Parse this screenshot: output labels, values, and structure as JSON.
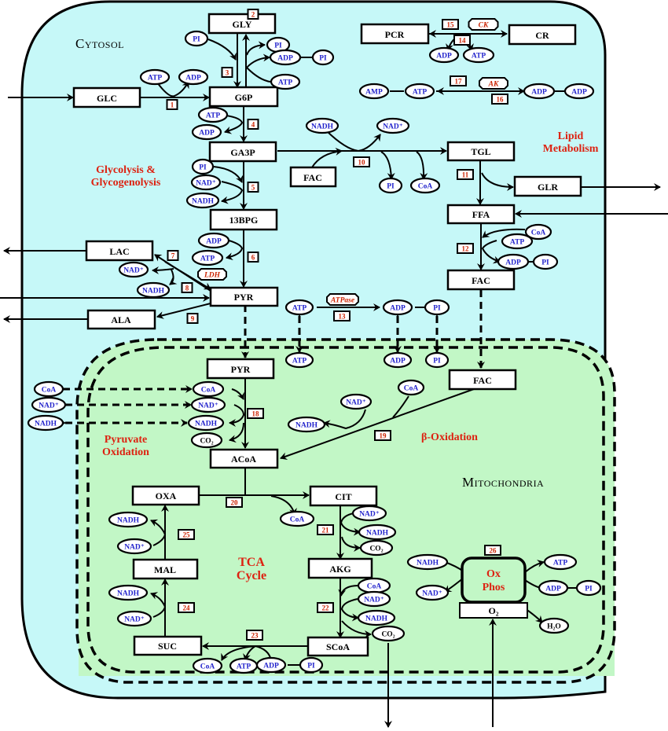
{
  "compartments": {
    "cytosol": "Cytosol",
    "mitochondria": "Mitochondria"
  },
  "colors": {
    "cytosol_fill": "#c6f8f8",
    "mitochondria_fill": "#c2f7c6",
    "region_label": "#dd2211",
    "cofactor_text": "#2222cc",
    "reaction_number": "#cc2200"
  },
  "regions": {
    "glycolysis_1": "Glycolysis &",
    "glycolysis_2": "Glycogenolysis",
    "lipid_1": "Lipid",
    "lipid_2": "Metabolism",
    "pyruvate_1": "Pyruvate",
    "pyruvate_2": "Oxidation",
    "beta_ox": "β-Oxidation",
    "tca_1": "TCA",
    "tca_2": "Cycle",
    "oxphos_1": "Ox",
    "oxphos_2": "Phos"
  },
  "metabolites": {
    "gly": "GLY",
    "glc": "GLC",
    "g6p": "G6P",
    "ga3p": "GA3P",
    "bpg": "13BPG",
    "pyr_c": "PYR",
    "lac": "LAC",
    "ala": "ALA",
    "pcr": "PCR",
    "cr": "CR",
    "fac_c1": "FAC",
    "tgl": "TGL",
    "glr": "GLR",
    "ffa": "FFA",
    "fac_c2": "FAC",
    "pyr_m": "PYR",
    "fac_m": "FAC",
    "acoa": "ACoA",
    "oxa": "OXA",
    "cit": "CIT",
    "akg": "AKG",
    "mal": "MAL",
    "suc": "SUC",
    "scoa": "SCoA",
    "o2": "O₂"
  },
  "cofactors": {
    "pi_gly_in": "PI",
    "pi_gly_out": "PI",
    "adp_gly": "ADP",
    "pi_gly_adp": "PI",
    "atp_gly": "ATP",
    "atp_r1": "ATP",
    "adp_r1": "ADP",
    "atp_r4": "ATP",
    "adp_r4": "ADP",
    "pi_r5": "PI",
    "nad_r5": "NAD⁺",
    "nadh_r5": "NADH",
    "adp_r6": "ADP",
    "atp_r6": "ATP",
    "nad_r7": "NAD⁺",
    "nadh_r7": "NADH",
    "adp_ck": "ADP",
    "atp_ck": "ATP",
    "amp_ak": "AMP",
    "atp_ak": "ATP",
    "adp_ak1": "ADP",
    "adp_ak2": "ADP",
    "nadh_r10": "NADH",
    "nad_r10": "NAD⁺",
    "pi_r10": "PI",
    "coa_r10": "CoA",
    "coa_r12": "CoA",
    "atp_r12": "ATP",
    "adp_r12": "ADP",
    "pi_r12": "PI",
    "atp_r13": "ATP",
    "adp_r13": "ADP",
    "pi_r13": "PI",
    "atp_m": "ATP",
    "adp_m": "ADP",
    "pi_m": "PI",
    "coa_out": "CoA",
    "nad_out": "NAD⁺",
    "nadh_out": "NADH",
    "coa_r18": "CoA",
    "nad_r18": "NAD⁺",
    "nadh_r18": "NADH",
    "co2_r18": "CO₂",
    "nadh_r19": "NADH",
    "nad_r19": "NAD⁺",
    "coa_r19": "CoA",
    "coa_r20": "CoA",
    "nad_r21": "NAD⁺",
    "nadh_r21": "NADH",
    "co2_r21": "CO₂",
    "coa_r22": "CoA",
    "nad_r22": "NAD⁺",
    "nadh_r22": "NADH",
    "co2_r22": "CO₂",
    "coa_r23": "CoA",
    "atp_r23": "ATP",
    "adp_r23": "ADP",
    "pi_r23": "PI",
    "nadh_r24": "NADH",
    "nad_r24": "NAD⁺",
    "nadh_r25": "NADH",
    "nad_r25": "NAD⁺",
    "nadh_r26": "NADH",
    "nad_r26": "NAD⁺",
    "atp_r26": "ATP",
    "adp_r26": "ADP",
    "pi_r26": "PI",
    "h2o_r26": "H₂O"
  },
  "enzymes": {
    "ck": "CK",
    "ak": "AK",
    "ldh": "LDH",
    "atpase": "ATPase"
  },
  "reactions": [
    "1",
    "2",
    "3",
    "4",
    "5",
    "6",
    "7",
    "8",
    "9",
    "10",
    "11",
    "12",
    "13",
    "14",
    "15",
    "16",
    "17",
    "18",
    "19",
    "20",
    "21",
    "22",
    "23",
    "24",
    "25",
    "26"
  ]
}
